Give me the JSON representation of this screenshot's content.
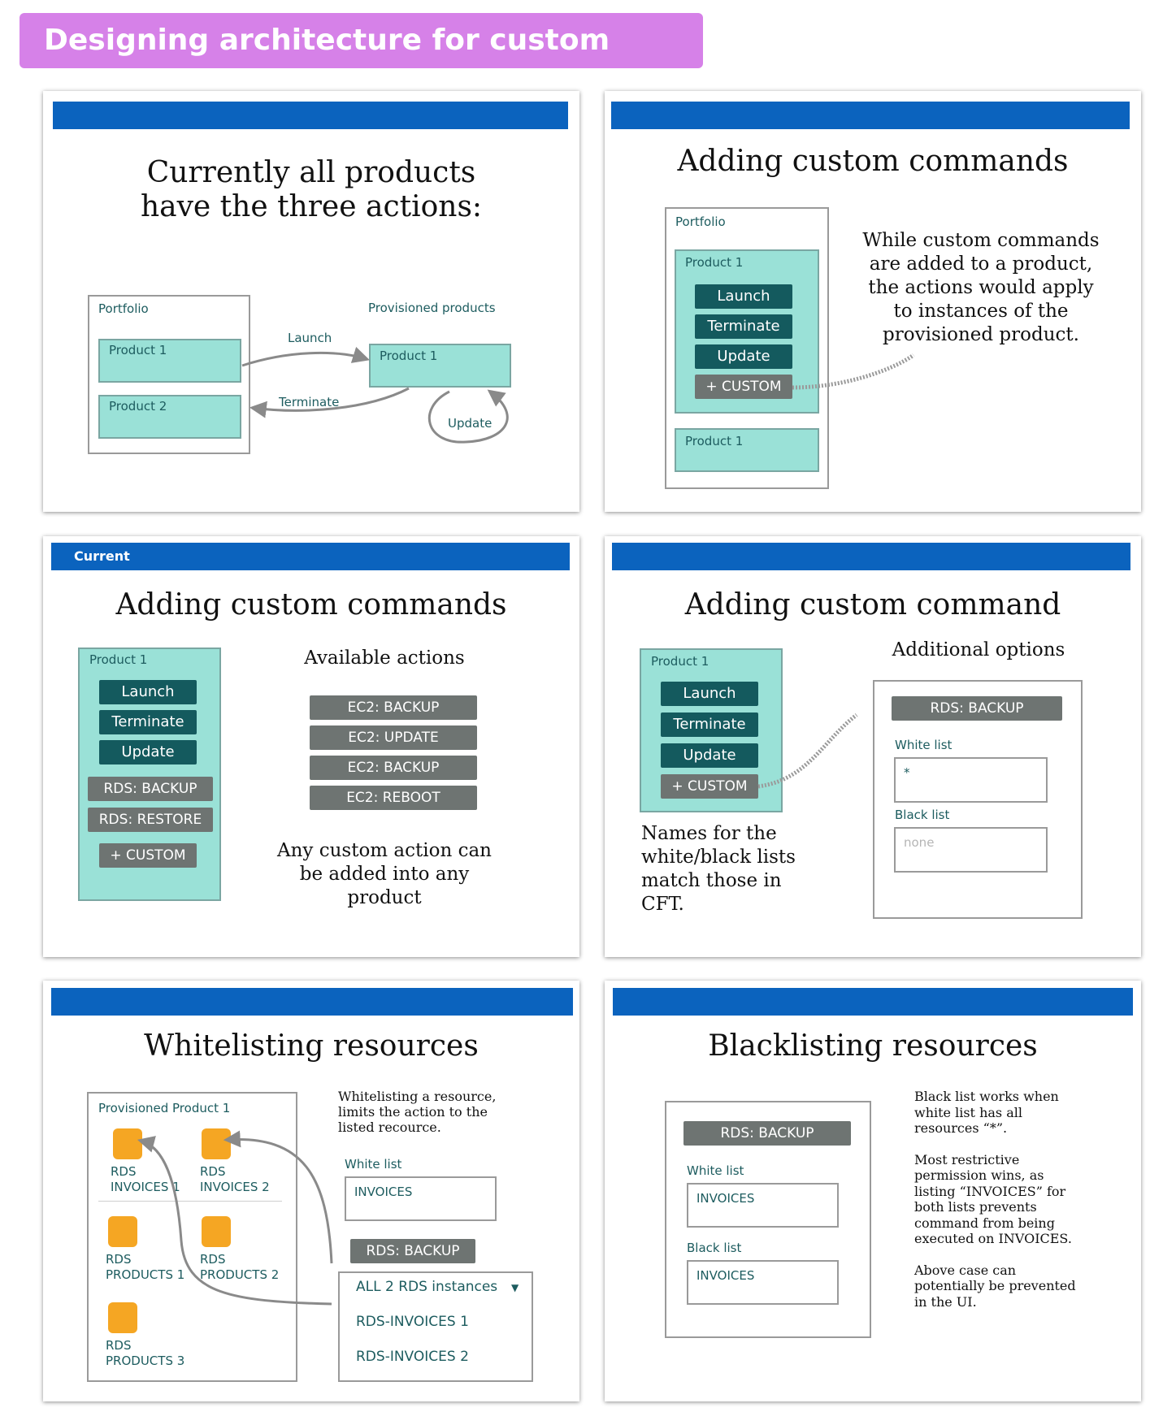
{
  "banner": {
    "title": "Designing architecture for custom actions"
  },
  "s1": {
    "title_line1": "Currently all products",
    "title_line2": "have the three actions:",
    "portfolio_label": "Portfolio",
    "product1": "Product 1",
    "product2": "Product 2",
    "provisioned_label": "Provisioned products",
    "prov_product1": "Product 1",
    "launch": "Launch",
    "terminate": "Terminate",
    "update": "Update"
  },
  "s2": {
    "title": "Adding custom commands",
    "portfolio_label": "Portfolio",
    "product1": "Product 1",
    "launch": "Launch",
    "terminate": "Terminate",
    "update": "Update",
    "custom": "+ CUSTOM",
    "product1b": "Product 1",
    "note": [
      "While custom commands",
      "are added to a product,",
      "the actions would apply",
      "to instances of the",
      "provisioned product."
    ]
  },
  "s3": {
    "bar_label": "Current",
    "title": "Adding custom commands",
    "product1": "Product 1",
    "launch": "Launch",
    "terminate": "Terminate",
    "update": "Update",
    "rds_backup": "RDS: BACKUP",
    "rds_restore": "RDS: RESTORE",
    "custom": "+ CUSTOM",
    "available_label": "Available actions",
    "actions": [
      "EC2: BACKUP",
      "EC2: UPDATE",
      "EC2: BACKUP",
      "EC2: REBOOT"
    ],
    "note": [
      "Any custom action can",
      "be added into any",
      "product"
    ]
  },
  "s4": {
    "title": "Adding custom command",
    "product1": "Product 1",
    "launch": "Launch",
    "terminate": "Terminate",
    "update": "Update",
    "custom": "+ CUSTOM",
    "additional_label": "Additional options",
    "rds_backup": "RDS: BACKUP",
    "white_list_label": "White list",
    "white_list_value": "*",
    "black_list_label": "Black list",
    "black_list_placeholder": "none",
    "note": [
      "Names for the",
      "white/black lists",
      "match those in",
      "CFT."
    ]
  },
  "s5": {
    "title": "Whitelisting resources",
    "provisioned_label": "Provisioned Product 1",
    "resources": [
      {
        "line1": "RDS",
        "line2": "INVOICES 1"
      },
      {
        "line1": "RDS",
        "line2": "INVOICES 2"
      },
      {
        "line1": "RDS",
        "line2": "PRODUCTS 1"
      },
      {
        "line1": "RDS",
        "line2": "PRODUCTS 2"
      },
      {
        "line1": "RDS",
        "line2": "PRODUCTS 3"
      }
    ],
    "note": [
      "Whitelisting a resource,",
      "limits the action to the",
      "listed recource."
    ],
    "white_list_label": "White list",
    "white_list_value": "INVOICES",
    "rds_backup": "RDS: BACKUP",
    "dropdown_selected": "ALL 2 RDS instances",
    "dropdown_options": [
      "RDS-INVOICES 1",
      "RDS-INVOICES 2"
    ]
  },
  "s6": {
    "title": "Blacklisting resources",
    "rds_backup": "RDS: BACKUP",
    "white_list_label": "White list",
    "white_list_value": "INVOICES",
    "black_list_label": "Black list",
    "black_list_value": "INVOICES",
    "note1": [
      "Black list works when",
      "white list has all",
      "resources “*”."
    ],
    "note2": [
      "Most restrictive",
      "permission wins, as",
      "listing “INVOICES” for",
      "both lists prevents",
      "command from being",
      "executed on INVOICES."
    ],
    "note3": [
      "Above case can",
      "potentially be prevented",
      "in the UI."
    ]
  },
  "colors": {
    "banner": "#d681e8",
    "bar": "#0b63be",
    "teal": "#9ae1d7",
    "dark_button": "#145a5e",
    "gray_button": "#6e7472",
    "resource": "#f5a623"
  }
}
